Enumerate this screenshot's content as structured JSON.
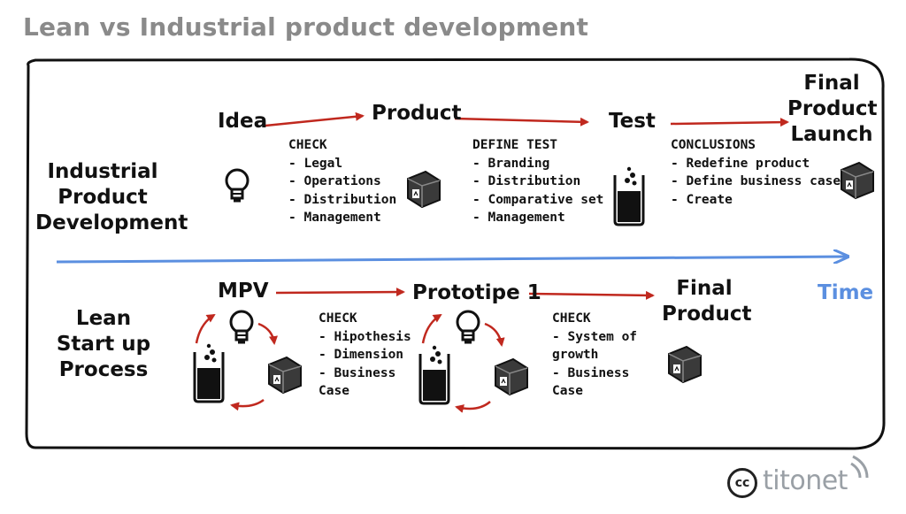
{
  "title": "Lean vs Industrial product development",
  "industrial": {
    "section_label": "Industrial\nProduct\nDevelopment",
    "steps": {
      "idea": "Idea",
      "product": "Product",
      "test": "Test",
      "final": "Final\nProduct\nLaunch"
    },
    "check1": {
      "title": "CHECK",
      "items": [
        "- Legal",
        "- Operations",
        "- Distribution",
        "- Management"
      ]
    },
    "define_test": {
      "title": "DEFINE TEST",
      "items": [
        "- Branding",
        "- Distribution",
        "- Comparative set",
        "- Management"
      ]
    },
    "conclusions": {
      "title": "CONCLUSIONS",
      "items": [
        "- Redefine product",
        "- Define business case",
        "- Create"
      ]
    }
  },
  "time_label": "Time",
  "lean": {
    "section_label": "Lean\nStart up\nProcess",
    "steps": {
      "mpv": "MPV",
      "prototype": "Prototipe 1",
      "final": "Final\nProduct"
    },
    "check1": {
      "title": "CHECK",
      "items": [
        "- Hipothesis",
        "- Dimension",
        "- Business",
        "Case"
      ]
    },
    "check2": {
      "title": "CHECK",
      "items": [
        "- System of",
        "growth",
        "- Business",
        "Case"
      ]
    }
  },
  "footer": {
    "license": "cc",
    "brand": "titonet"
  },
  "colors": {
    "arrow_red": "#c0281e",
    "timeline_blue": "#5b8fe0",
    "title_gray": "#8a8a8a"
  }
}
